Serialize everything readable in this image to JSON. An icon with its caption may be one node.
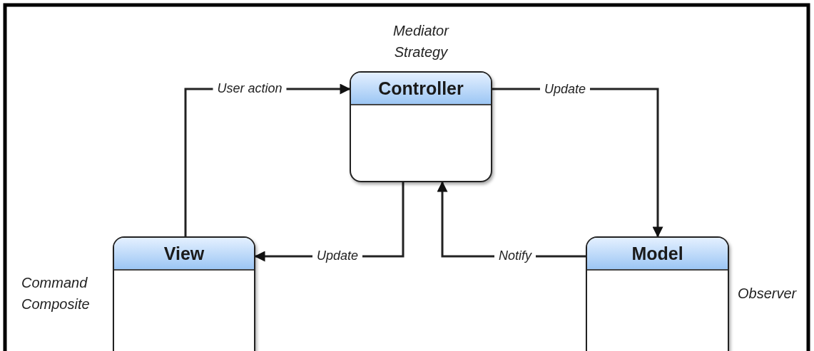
{
  "diagram": {
    "nodes": [
      {
        "text": [
          "Controller"
        ],
        "beside": [
          "Mediator Strategy"
        ]
      },
      {
        "text": [
          "View"
        ],
        "beside": [
          "Command Composite"
        ]
      },
      {
        "text": [
          "Model"
        ],
        "beside": [
          "Observer"
        ]
      }
    ],
    "edges": [
      {
        "from": 1,
        "to": 0,
        "arrow": "to",
        "label": "User action"
      },
      {
        "from": 0,
        "to": 2,
        "arrow": "to",
        "label": "Update"
      },
      {
        "from": 0,
        "to": 1,
        "arrow": "to",
        "label": "Update"
      },
      {
        "from": 2,
        "to": 0,
        "arrow": "to",
        "label": "Notify"
      }
    ]
  }
}
